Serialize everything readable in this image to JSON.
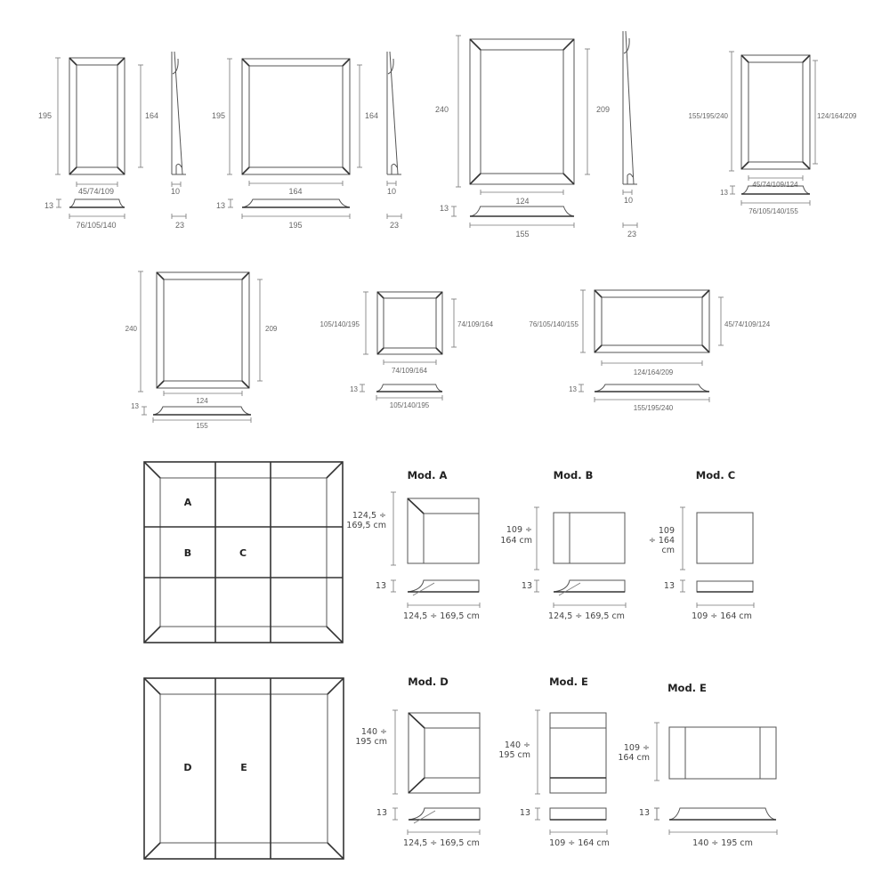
{
  "frames": [
    {
      "height": "195",
      "inner_height": "164",
      "inner_width": "45/74/109",
      "depth": "13",
      "width": "76/105/140"
    },
    {
      "height": "195",
      "inner_height": "164",
      "inner_width": "164",
      "depth": "13",
      "width": "195"
    },
    {
      "height": "240",
      "inner_height": "209",
      "inner_width": "124",
      "depth": "13",
      "width": "155"
    },
    {
      "height": "155/195/240",
      "inner_height": "124/164/209",
      "inner_width": "45/74/109/124",
      "depth": "13",
      "width": "76/105/140/155"
    },
    {
      "height": "240",
      "inner_height": "209",
      "inner_width": "124",
      "depth": "13",
      "width": "155"
    },
    {
      "height": "105/140/195",
      "inner_height": "74/109/164",
      "inner_width": "74/109/164",
      "depth": "13",
      "width": "105/140/195"
    },
    {
      "height": "76/105/140/155",
      "inner_height": "45/74/109/124",
      "inner_width": "124/164/209",
      "depth": "13",
      "width": "155/195/240"
    }
  ],
  "side_views": [
    {
      "thickness": "10",
      "depth": "23"
    },
    {
      "thickness": "10",
      "depth": "23"
    },
    {
      "thickness": "10",
      "depth": "23"
    }
  ],
  "grid_abc": {
    "cells": [
      "A",
      "B",
      "C"
    ]
  },
  "grid_de": {
    "cells": [
      "D",
      "E"
    ]
  },
  "modules": [
    {
      "title": "Mod. A",
      "height": [
        "124,5 ÷",
        "169,5 cm"
      ],
      "depth": "13",
      "width": "124,5 ÷ 169,5 cm"
    },
    {
      "title": "Mod. B",
      "height": [
        "109 ÷",
        "164 cm"
      ],
      "depth": "13",
      "width": "124,5 ÷ 169,5 cm"
    },
    {
      "title": "Mod. C",
      "height": [
        "109",
        "÷ 164",
        "cm"
      ],
      "depth": "13",
      "width": "109 ÷ 164 cm"
    },
    {
      "title": "Mod. D",
      "height": [
        "140 ÷",
        "195 cm"
      ],
      "depth": "13",
      "width": "124,5 ÷ 169,5 cm"
    },
    {
      "title": "Mod. E",
      "height": [
        "140 ÷",
        "195 cm"
      ],
      "depth": "13",
      "width": "109 ÷ 164 cm"
    },
    {
      "title": "Mod. E",
      "height": [
        "109 ÷",
        "164 cm"
      ],
      "depth": "13",
      "width": "140 ÷ 195 cm"
    }
  ]
}
